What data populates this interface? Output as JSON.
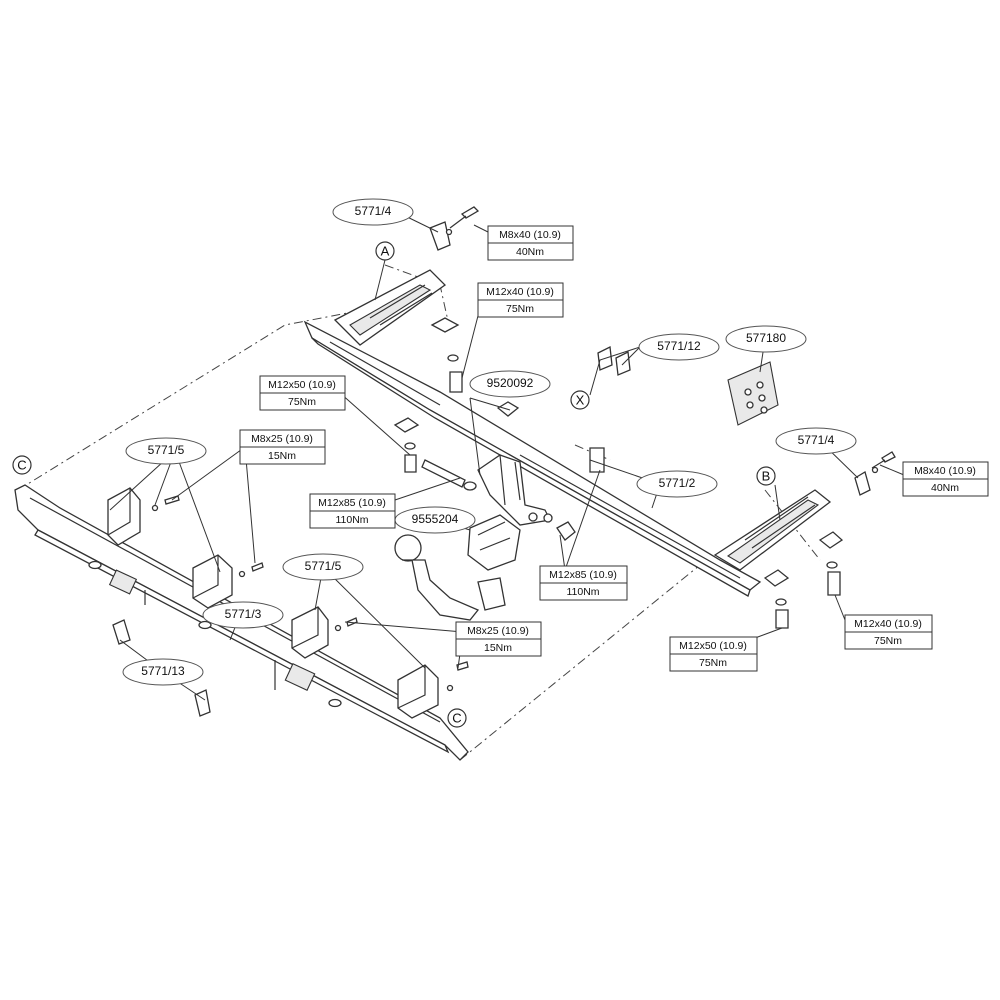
{
  "markers": {
    "a": "A",
    "b": "B",
    "c": "C",
    "x": "X"
  },
  "parts": {
    "p5771_4": "5771/4",
    "p9520092": "9520092",
    "p5771_12": "5771/12",
    "p577180": "577180",
    "p5771_2": "5771/2",
    "p9555204": "9555204",
    "p5771_5": "5771/5",
    "p5771_3": "5771/3",
    "p5771_13": "5771/13"
  },
  "specs": {
    "m8x40_bolt": "M8x40 (10.9)",
    "m8x40_torque": "40Nm",
    "m12x40_bolt": "M12x40 (10.9)",
    "m12x40_torque": "75Nm",
    "m12x50_bolt": "M12x50 (10.9)",
    "m12x50_torque": "75Nm",
    "m8x25_bolt": "M8x25 (10.9)",
    "m8x25_torque": "15Nm",
    "m12x85_bolt": "M12x85 (10.9)",
    "m12x85_torque": "110Nm"
  }
}
